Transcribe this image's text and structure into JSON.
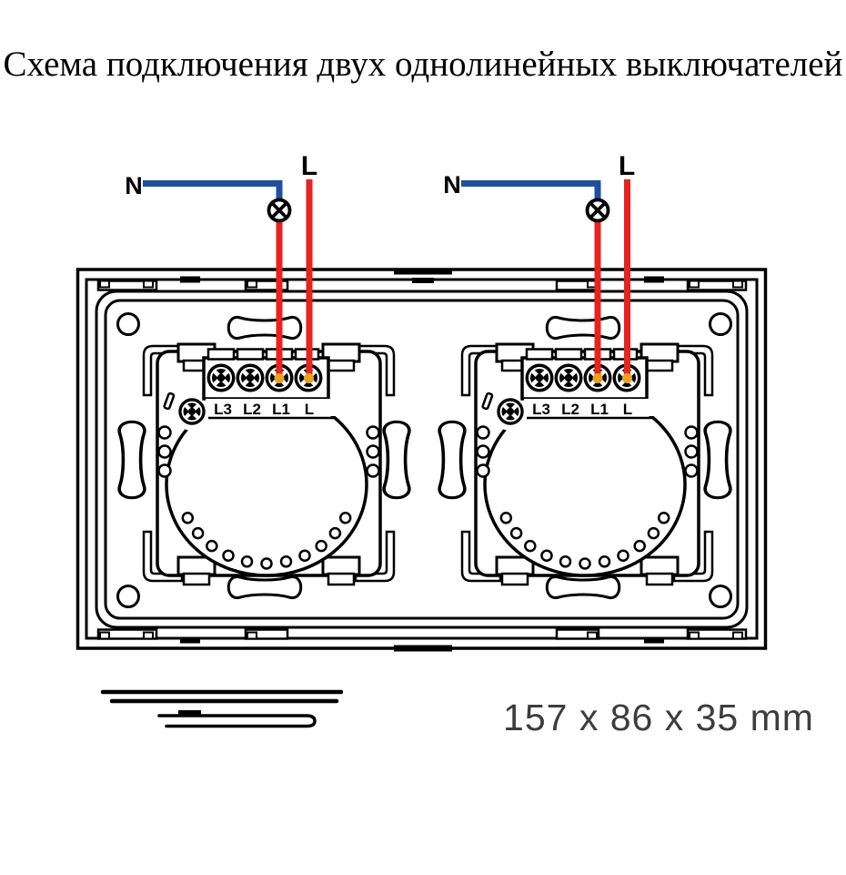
{
  "title": "Схема подключения двух однолинейных выключателей",
  "wiring": {
    "neutral_label": "N",
    "line_label": "L",
    "neutral_wire_color": "#1e4f9e",
    "line_wire_color": "#e8221f",
    "terminal_contact_color": "#eaa31b",
    "lamp_symbol": "circle-with-cross"
  },
  "switches": [
    {
      "terminal_labels": [
        "L3",
        "L2",
        "L1",
        "L"
      ]
    },
    {
      "terminal_labels": [
        "L3",
        "L2",
        "L1",
        "L"
      ]
    }
  ],
  "dimensions_label": "157 x 86 x 35 mm",
  "line_art_color": "#000000",
  "dimensions_text_color": "#3d3d3d",
  "background_color": "#ffffff"
}
